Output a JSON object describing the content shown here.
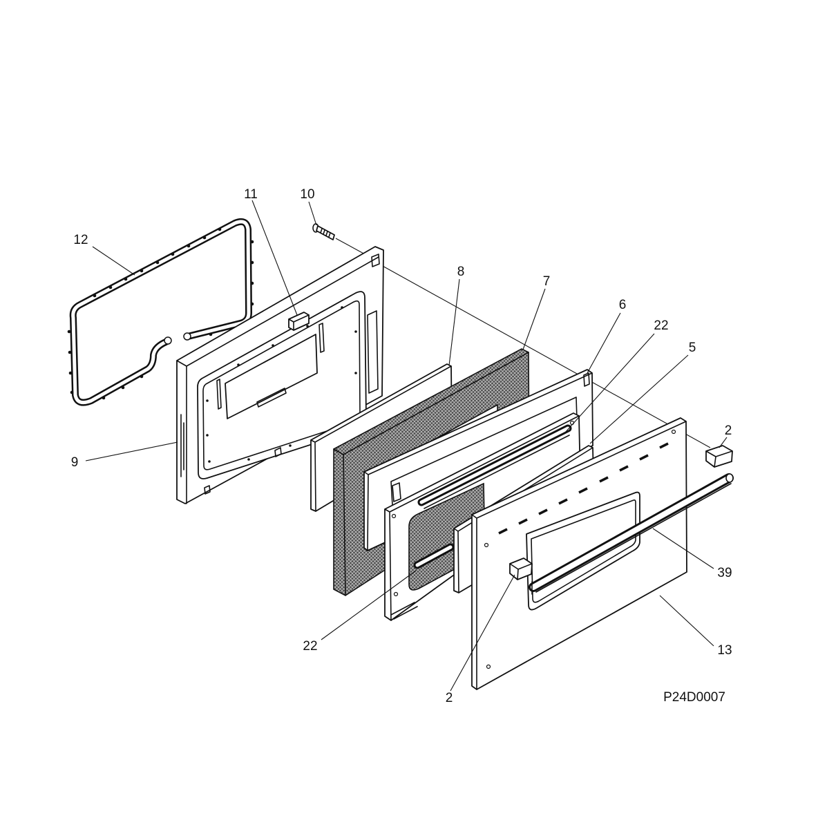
{
  "figure": {
    "callouts": [
      "12",
      "11",
      "10",
      "8",
      "7",
      "6",
      "22",
      "5",
      "2",
      "9",
      "39",
      "22",
      "13",
      "2"
    ],
    "drawing_number": "P24D0007"
  }
}
